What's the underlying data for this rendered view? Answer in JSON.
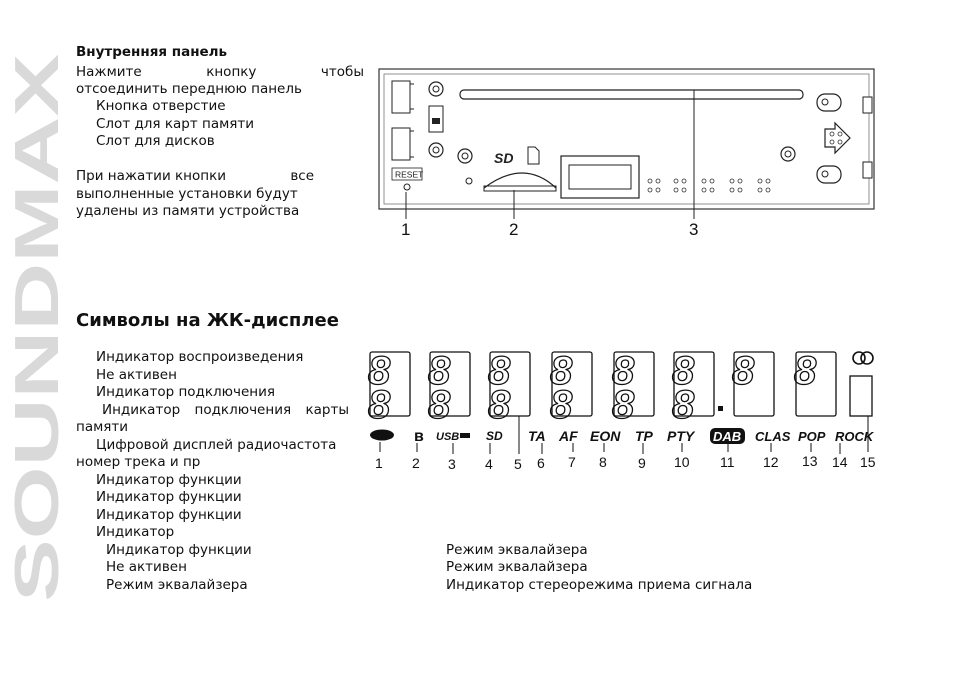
{
  "brand": "SOUNDMAX",
  "inner_panel": {
    "title": "Внутренняя панель",
    "line1_words": [
      "Нажмите",
      "кнопку",
      "чтобы"
    ],
    "line2": "отсоединить переднюю панель",
    "items": [
      "Кнопка  отверстие",
      "Слот для карт памяти",
      "Слот для дисков"
    ],
    "reset_note_line1_words": [
      "При нажатии кнопки",
      "все"
    ],
    "reset_note_line2": "выполненные установки будут",
    "reset_note_line3": "удалены из памяти устройства"
  },
  "panel_figure": {
    "reset_label": "RESET",
    "sd_label": "SD",
    "callouts": [
      "1",
      "2",
      "3"
    ]
  },
  "lcd_section": {
    "title": "Символы на ЖК-дисплее",
    "left_items": [
      {
        "text": "Индикатор воспроизведения",
        "indent": "i1"
      },
      {
        "text": "Не активен",
        "indent": "i1"
      },
      {
        "text": "Индикатор подключения",
        "indent": "i1"
      },
      {
        "text": "Цифровой дисплей  радиочастота",
        "indent": "i1"
      },
      {
        "text": "номер трека и пр",
        "indent": "i0"
      },
      {
        "text": "Индикатор функции",
        "indent": "i1"
      },
      {
        "text": "Индикатор функции",
        "indent": "i1"
      },
      {
        "text": "Индикатор функции",
        "indent": "i1"
      },
      {
        "text": "Индикатор",
        "indent": "i1"
      },
      {
        "text": "Индикатор функции",
        "indent": "i2"
      },
      {
        "text": "Не активен",
        "indent": "i2"
      },
      {
        "text": "Режим эквалайзера",
        "indent": "i2"
      }
    ],
    "card_line1_words": [
      "Индикатор",
      "подключения",
      "карты"
    ],
    "card_line2": "памяти",
    "right_items": [
      "Режим эквалайзера",
      "Режим эквалайзера",
      "Индикатор стереорежима приема сигнала"
    ]
  },
  "lcd_figure": {
    "digits": [
      "8",
      "8",
      "8",
      "8",
      "8",
      "8",
      "8",
      "8",
      "8",
      "8",
      "8",
      "8",
      "8",
      "8"
    ],
    "symbols": [
      "TA",
      "AF",
      "EON",
      "TP",
      "PTY",
      "DAB",
      "CLAS",
      "POP",
      "ROCK"
    ],
    "usb_label": "USB",
    "sd_label": "SD",
    "numbers": [
      "1",
      "2",
      "3",
      "4",
      "5",
      "6",
      "7",
      "8",
      "9",
      "10",
      "11",
      "12",
      "13",
      "14",
      "15"
    ]
  }
}
